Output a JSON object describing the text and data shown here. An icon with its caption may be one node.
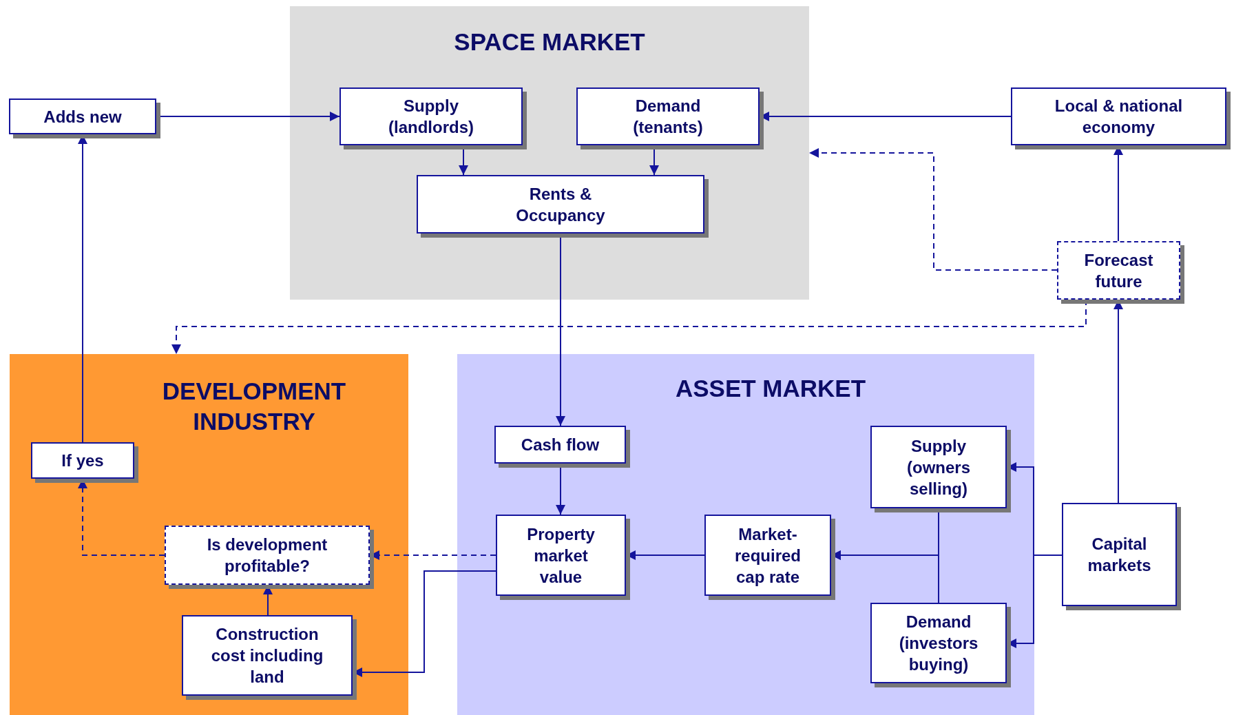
{
  "diagram": {
    "nodes": [
      {
        "text": [
          "SPACE MARKET"
        ]
      },
      {
        "text": [
          "Supply (landlords)"
        ],
        "in": 0
      },
      {
        "text": [
          "Demand (tenants)"
        ],
        "in": 0
      },
      {
        "text": [
          "Rents & Occupancy"
        ],
        "in": 0
      },
      {
        "text": [
          "Adds new"
        ]
      },
      {
        "text": [
          "Local & national economy"
        ]
      },
      {
        "text": [
          "Forecast future"
        ]
      },
      {
        "text": [
          "DEVELOPMENT INDUSTRY"
        ]
      },
      {
        "text": [
          "If yes"
        ],
        "in": 7
      },
      {
        "text": [
          "Is development profitable?"
        ],
        "in": 7
      },
      {
        "text": [
          "Construction cost including land"
        ],
        "in": 7
      },
      {
        "text": [
          "ASSET MARKET"
        ]
      },
      {
        "text": [
          "Cash flow"
        ],
        "in": 11
      },
      {
        "text": [
          "Property market value"
        ],
        "in": 11
      },
      {
        "text": [
          "Market-required cap rate"
        ],
        "in": 11
      },
      {
        "text": [
          "Supply (owners selling)"
        ],
        "in": 11
      },
      {
        "text": [
          "Demand (investors buying)"
        ],
        "in": 11
      },
      {
        "text": [
          "Capital markets"
        ]
      }
    ],
    "edges": [
      {
        "from": 4,
        "to": 1,
        "arrow": "to"
      },
      {
        "from": 1,
        "to": 3,
        "arrow": "to"
      },
      {
        "from": 2,
        "to": 3,
        "arrow": "to"
      },
      {
        "from": 5,
        "to": 2,
        "arrow": "to"
      },
      {
        "from": 6,
        "to": 5,
        "arrow": "to"
      },
      {
        "from": 6,
        "to": 0,
        "arrow": "to",
        "style": "dashed"
      },
      {
        "from": 6,
        "to": 7,
        "arrow": "to",
        "style": "dashed"
      },
      {
        "from": 17,
        "to": 6,
        "arrow": "to"
      },
      {
        "from": 3,
        "to": 12,
        "arrow": "to"
      },
      {
        "from": 12,
        "to": 13,
        "arrow": "to"
      },
      {
        "from": 14,
        "to": 13,
        "arrow": "to"
      },
      {
        "from": 15,
        "to": 14,
        "arrow": "to"
      },
      {
        "from": 16,
        "to": 14,
        "arrow": "to"
      },
      {
        "from": 17,
        "to": 15,
        "arrow": "to"
      },
      {
        "from": 17,
        "to": 16,
        "arrow": "to"
      },
      {
        "from": 13,
        "to": 9,
        "arrow": "to",
        "style": "dashed"
      },
      {
        "from": 13,
        "to": 10,
        "arrow": "to"
      },
      {
        "from": 10,
        "to": 9,
        "arrow": "to"
      },
      {
        "from": 9,
        "to": 8,
        "arrow": "to",
        "style": "dashed"
      },
      {
        "from": 8,
        "to": 4,
        "arrow": "to"
      }
    ]
  }
}
